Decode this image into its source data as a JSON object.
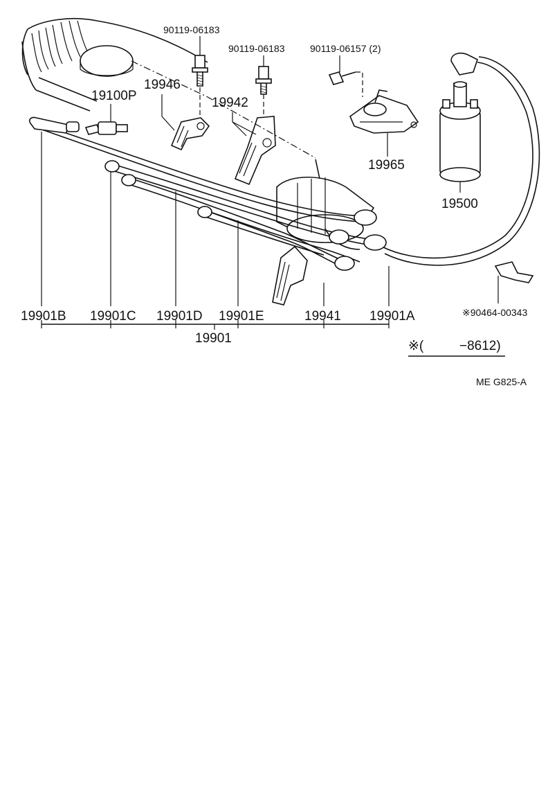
{
  "labels": {
    "bolt_1": "90119-06183",
    "bolt_2": "90119-06183",
    "bolt_3": "90119-06157 (2)",
    "sensor": "19100P",
    "clamp_19946": "19946",
    "clamp_19942": "19942",
    "bracket_19965": "19965",
    "coil": "19500",
    "wire_b": "19901B",
    "wire_c": "19901C",
    "wire_d": "19901D",
    "wire_e": "19901E",
    "clamp_19941": "19941",
    "wire_a": "19901A",
    "clip": "※90464-00343",
    "wire_set": "19901"
  },
  "note": {
    "mark": "※(",
    "range": "−8612)"
  },
  "figure_code": "ME  G825-A"
}
